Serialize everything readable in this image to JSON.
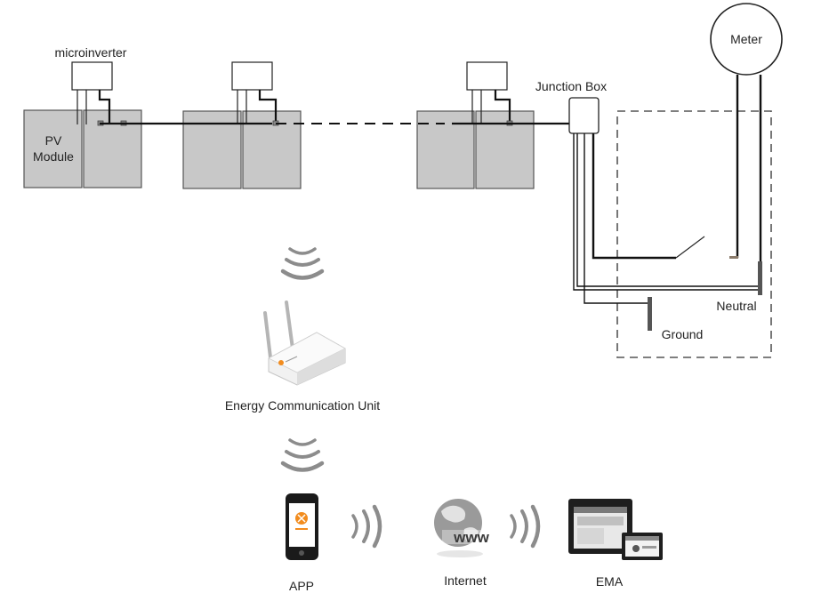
{
  "labels": {
    "microinverter": "microinverter",
    "pv_module_line1": "PV",
    "pv_module_line2": "Module",
    "junction_box": "Junction Box",
    "meter": "Meter",
    "neutral": "Neutral",
    "ground": "Ground",
    "ecu": "Energy Communication Unit",
    "app": "APP",
    "internet": "Internet",
    "ema": "EMA",
    "www": "www"
  },
  "colors": {
    "panel_fill": "#c8c8c8",
    "panel_stroke": "#555555",
    "wire": "#111111",
    "dashed_box": "#555555",
    "accent_orange": "#f28c1e"
  },
  "icons": {
    "wifi": "wifi-waves-icon",
    "router": "router-icon",
    "phone": "smartphone-icon",
    "globe": "globe-icon",
    "monitor": "monitor-icon"
  }
}
